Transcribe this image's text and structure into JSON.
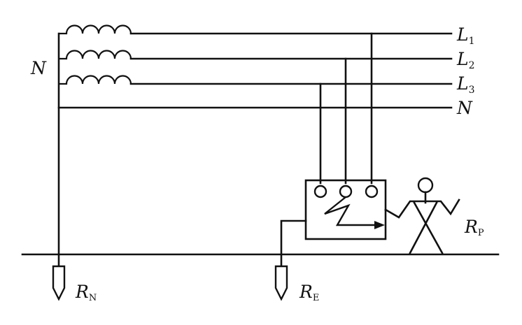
{
  "diagram": {
    "labels": {
      "l1": "L",
      "l1_sub": "1",
      "l2": "L",
      "l2_sub": "2",
      "l3": "L",
      "l3_sub": "3",
      "n_right": "N",
      "n_left": "N",
      "rn": "R",
      "rn_sub": "N",
      "re": "R",
      "re_sub": "E",
      "rp": "R",
      "rp_sub": "P"
    }
  }
}
